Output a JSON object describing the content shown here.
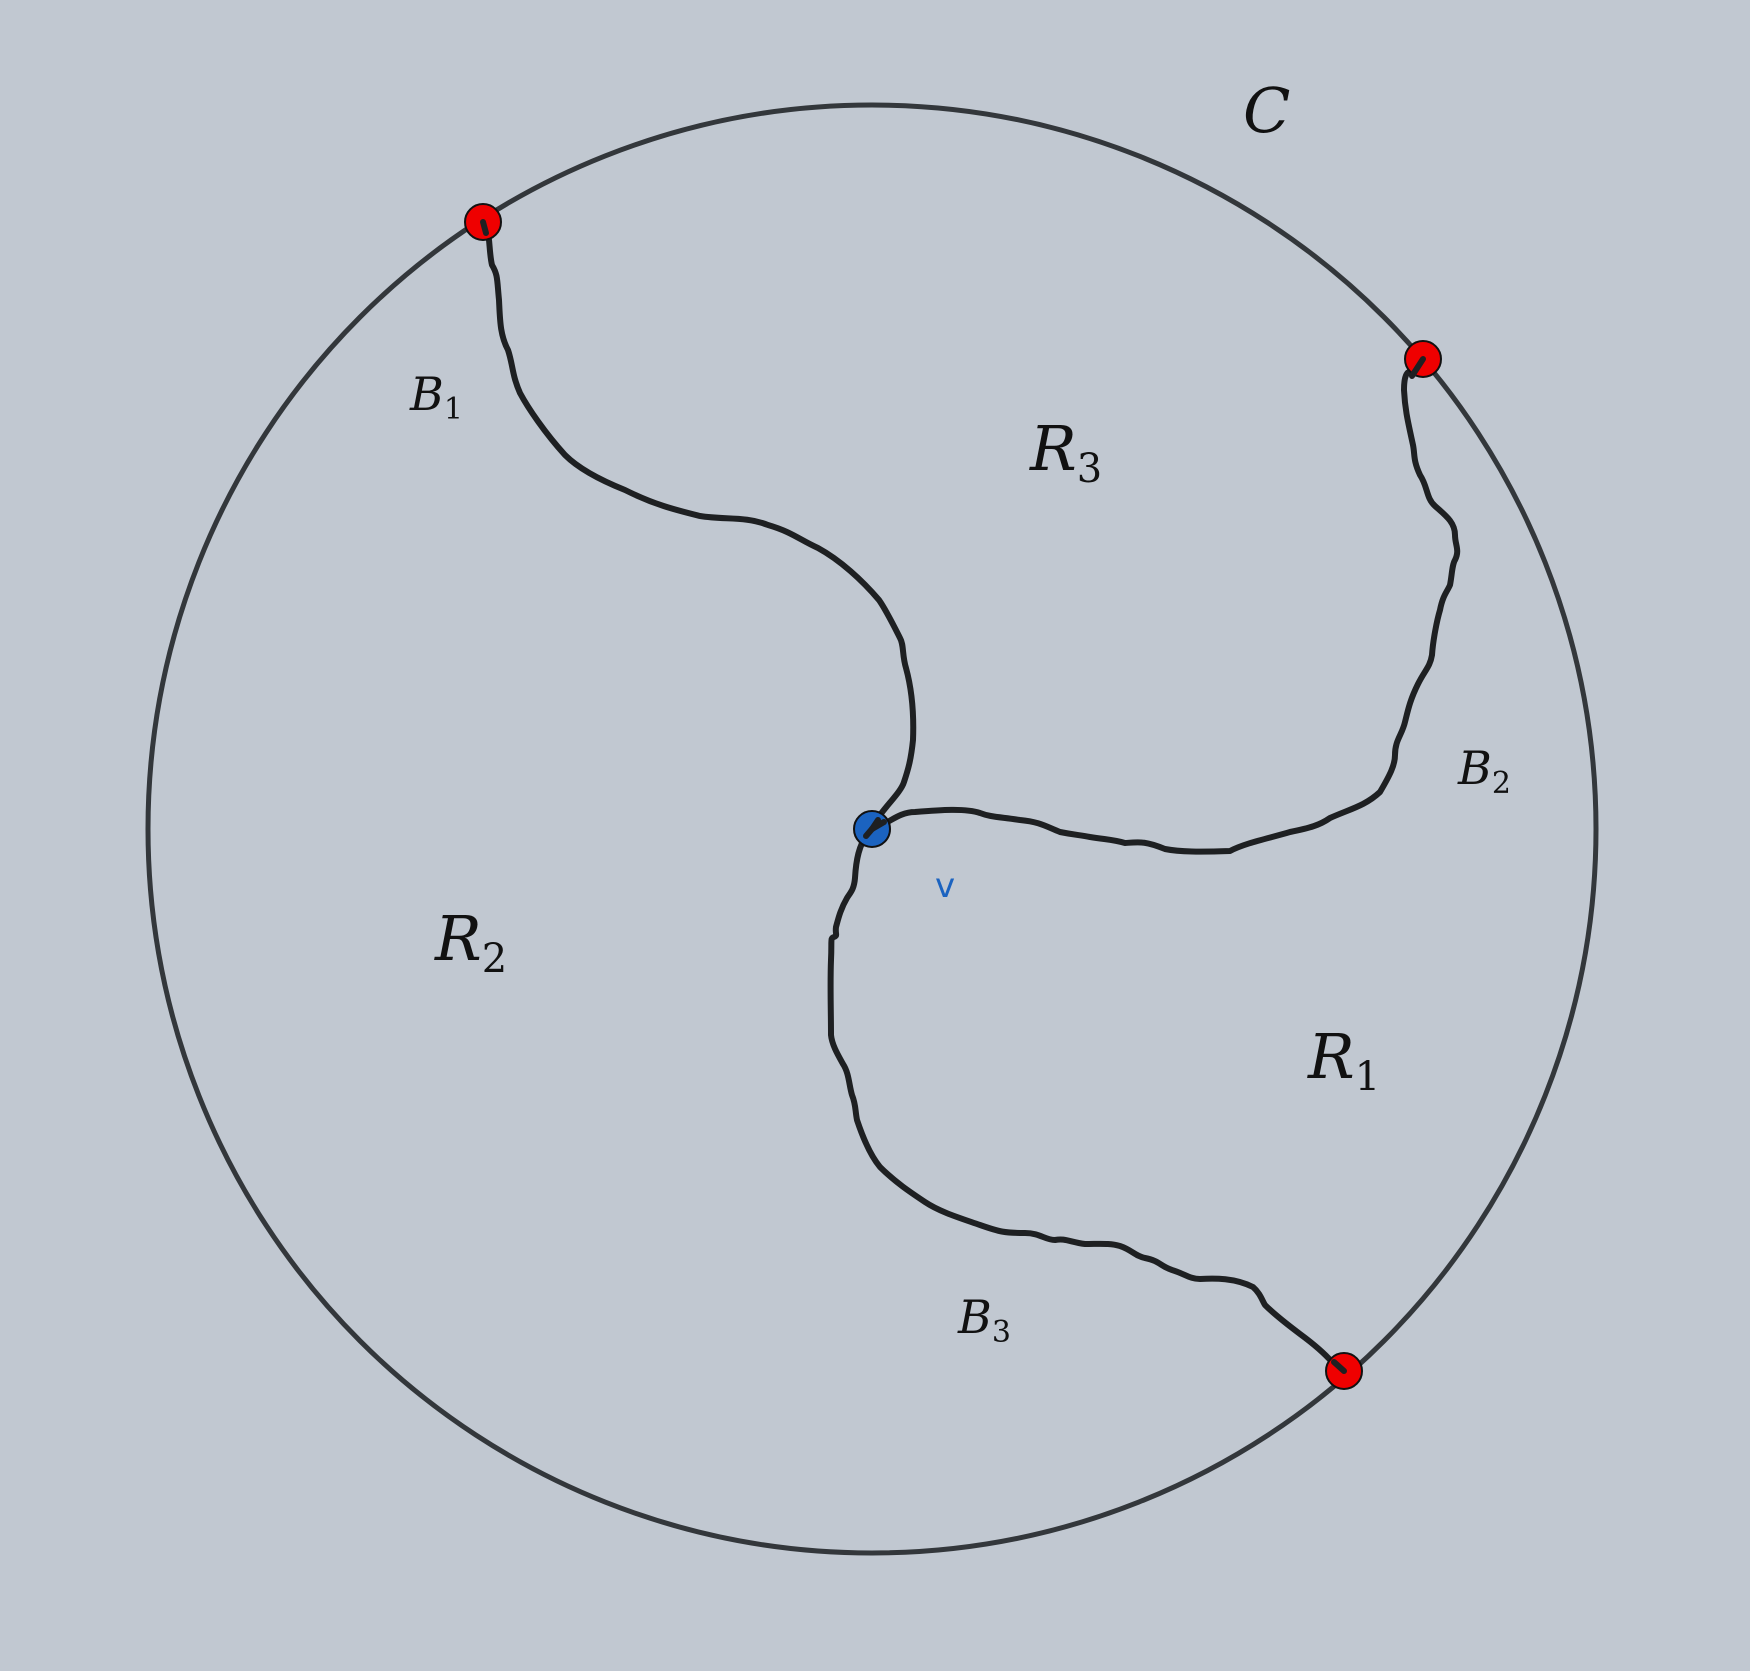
{
  "colors": {
    "background": "#c1c8d1",
    "circle": "#33373b",
    "branch": "#1e2022",
    "boundary_vertex": "#ef0000",
    "center_vertex": "#1b63c0",
    "label": "#111111"
  },
  "labels": {
    "circle": "C",
    "branches": [
      {
        "letter": "B",
        "index": "1"
      },
      {
        "letter": "B",
        "index": "2"
      },
      {
        "letter": "B",
        "index": "3"
      }
    ],
    "regions": [
      {
        "letter": "R",
        "index": "1"
      },
      {
        "letter": "R",
        "index": "2"
      },
      {
        "letter": "R",
        "index": "3"
      }
    ],
    "vertex": "v"
  }
}
